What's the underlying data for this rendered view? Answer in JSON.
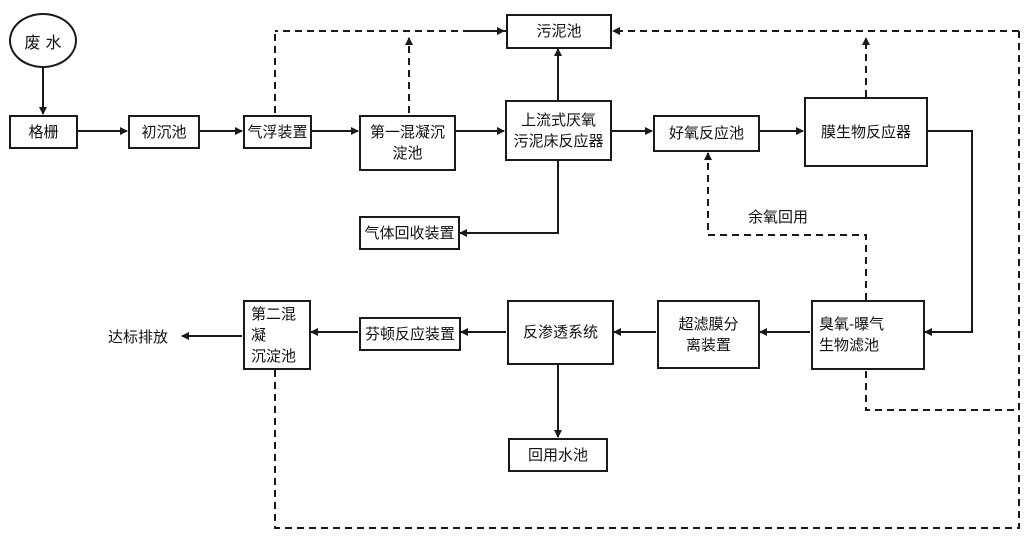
{
  "nodes": {
    "wastewater": "废 水",
    "screen": "格栅",
    "primary_settling": "初沉池",
    "air_flotation": "气浮装置",
    "coag_1_line1": "第一混凝沉",
    "coag_1_line2": "淀池",
    "sludge_tank": "污泥池",
    "uasb_line1": "上流式厌氧",
    "uasb_line2": "污泥床反应器",
    "aerobic_tank": "好氧反应池",
    "membrane_bio": "膜生物反应器",
    "gas_recovery": "气体回收装置",
    "ozone_baf_line1": "臭氧-曝气",
    "ozone_baf_line2": "生物滤池",
    "uf_line1": "超滤膜分",
    "uf_line2": "离装置",
    "ro": "反渗透系统",
    "fenton": "芬顿反应装置",
    "coag_2_line1": "第二混凝",
    "coag_2_line2": "沉淀池",
    "reuse_pool": "回用水池"
  },
  "labels": {
    "residual_ozone": "余氧回用",
    "discharge": "达标排放"
  },
  "colors": {
    "line": "#1a1a1a",
    "background": "#ffffff"
  }
}
